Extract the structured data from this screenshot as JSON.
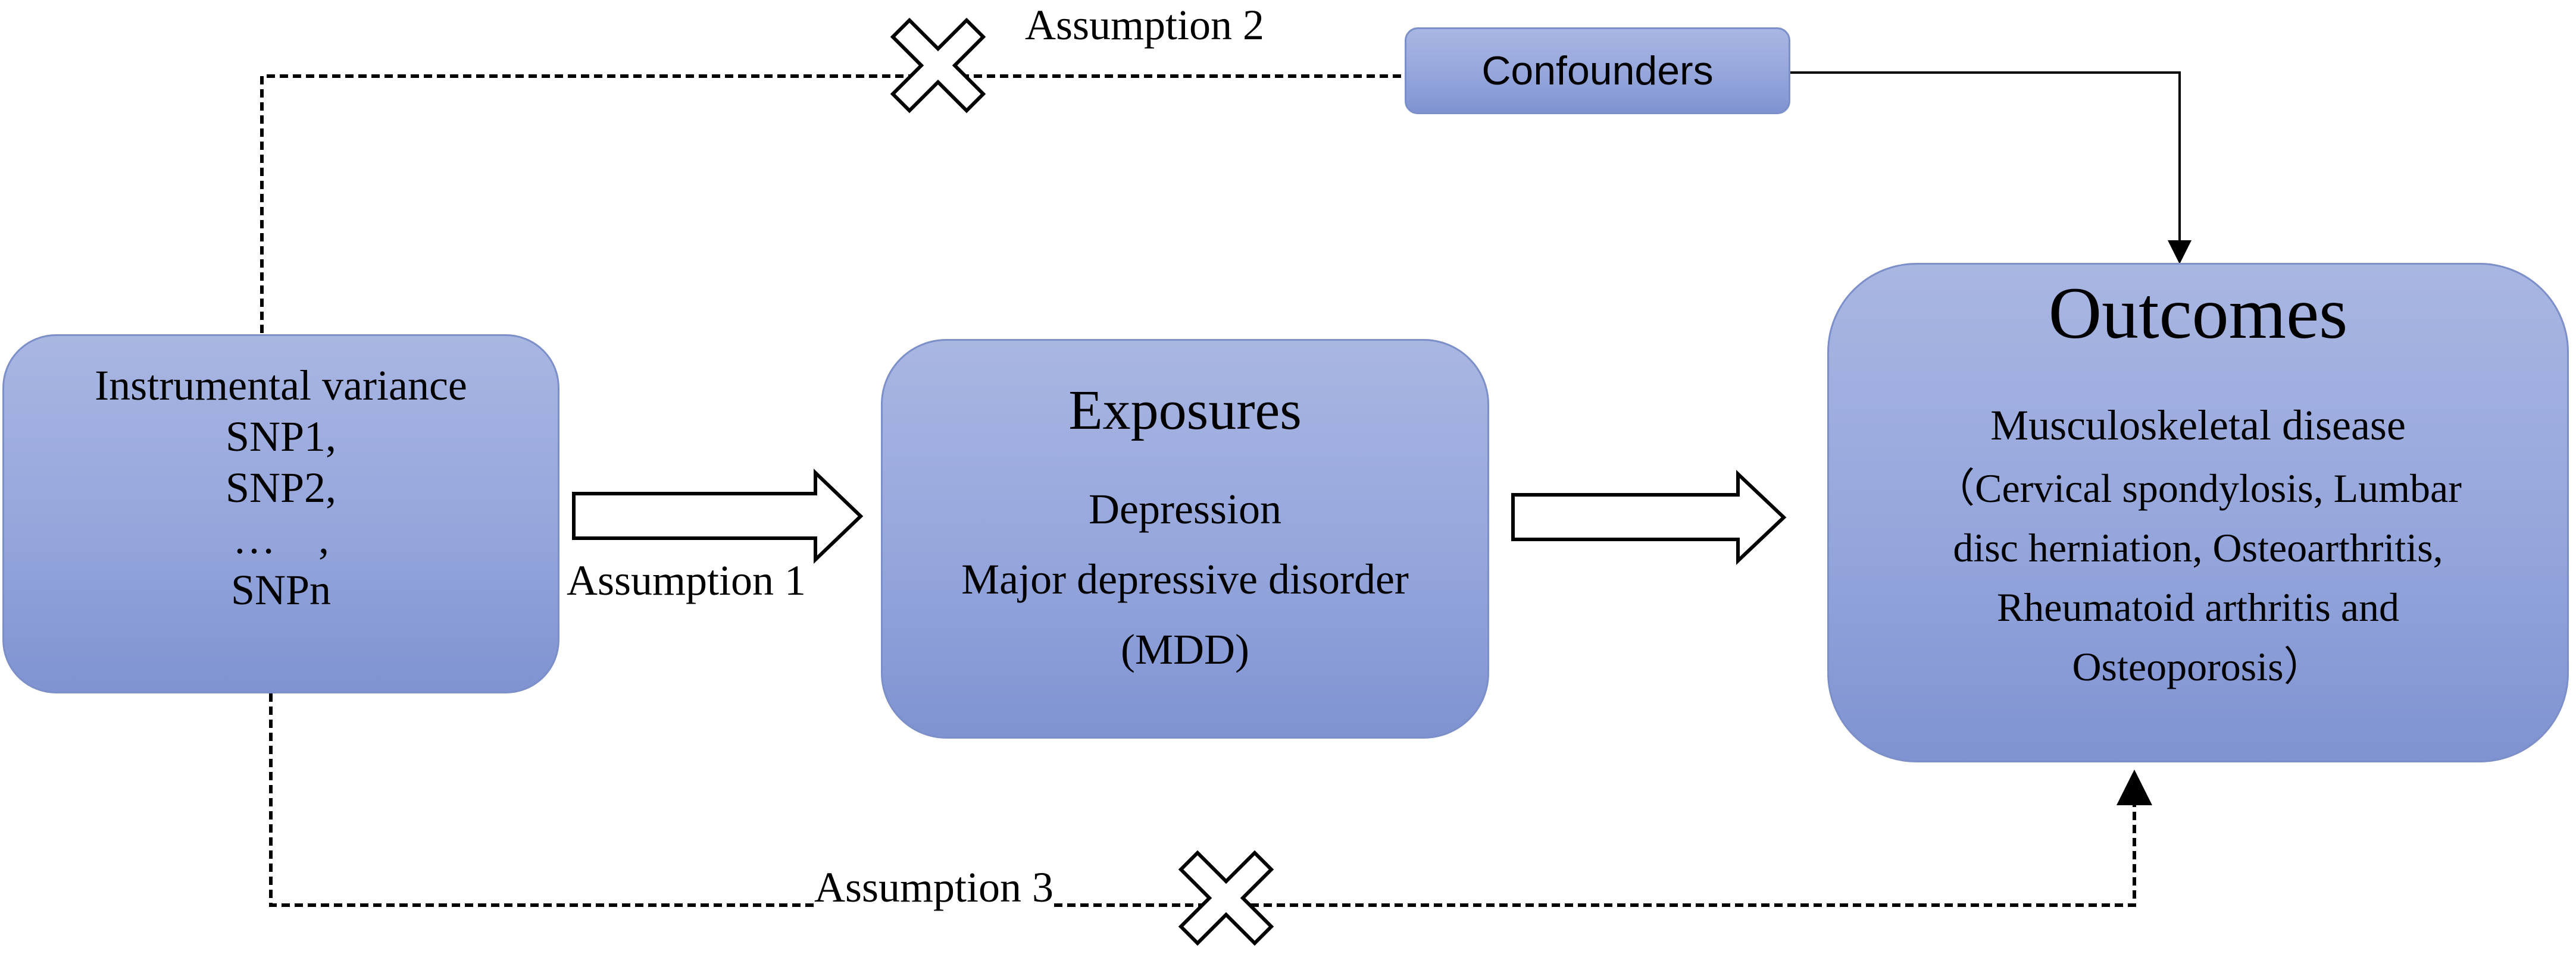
{
  "confounders": {
    "label": "Confounders"
  },
  "instrument": {
    "title": "Instrumental variance",
    "items": [
      "SNP1,",
      "SNP2,",
      "…    ,",
      "SNPn"
    ]
  },
  "exposures": {
    "title": "Exposures",
    "lines": [
      "Depression",
      "Major depressive disorder",
      "(MDD)"
    ]
  },
  "outcomes": {
    "title": "Outcomes",
    "subtitle": "Musculoskeletal disease",
    "lines": [
      "（Cervical spondylosis, Lumbar",
      "disc herniation, Osteoarthritis,",
      "Rheumatoid arthritis and",
      "Osteoporosis）"
    ]
  },
  "assumptions": {
    "a1": "Assumption 1",
    "a2": "Assumption 2",
    "a3": "Assumption 3"
  },
  "colors": {
    "box_fill_top": "#a9b6e2",
    "box_fill_bottom": "#7f93d2",
    "box_border": "#7d8fc9",
    "line": "#000000"
  }
}
